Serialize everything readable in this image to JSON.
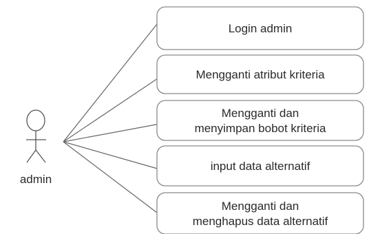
{
  "actor": {
    "label": "admin"
  },
  "use_cases": [
    {
      "lines": [
        "Login admin"
      ]
    },
    {
      "lines": [
        "Mengganti atribut kriteria"
      ]
    },
    {
      "lines": [
        "Mengganti dan",
        "menyimpan bobot kriteria"
      ]
    },
    {
      "lines": [
        "input data alternatif"
      ]
    },
    {
      "lines": [
        "Mengganti dan",
        "menghapus data alternatif"
      ]
    }
  ]
}
